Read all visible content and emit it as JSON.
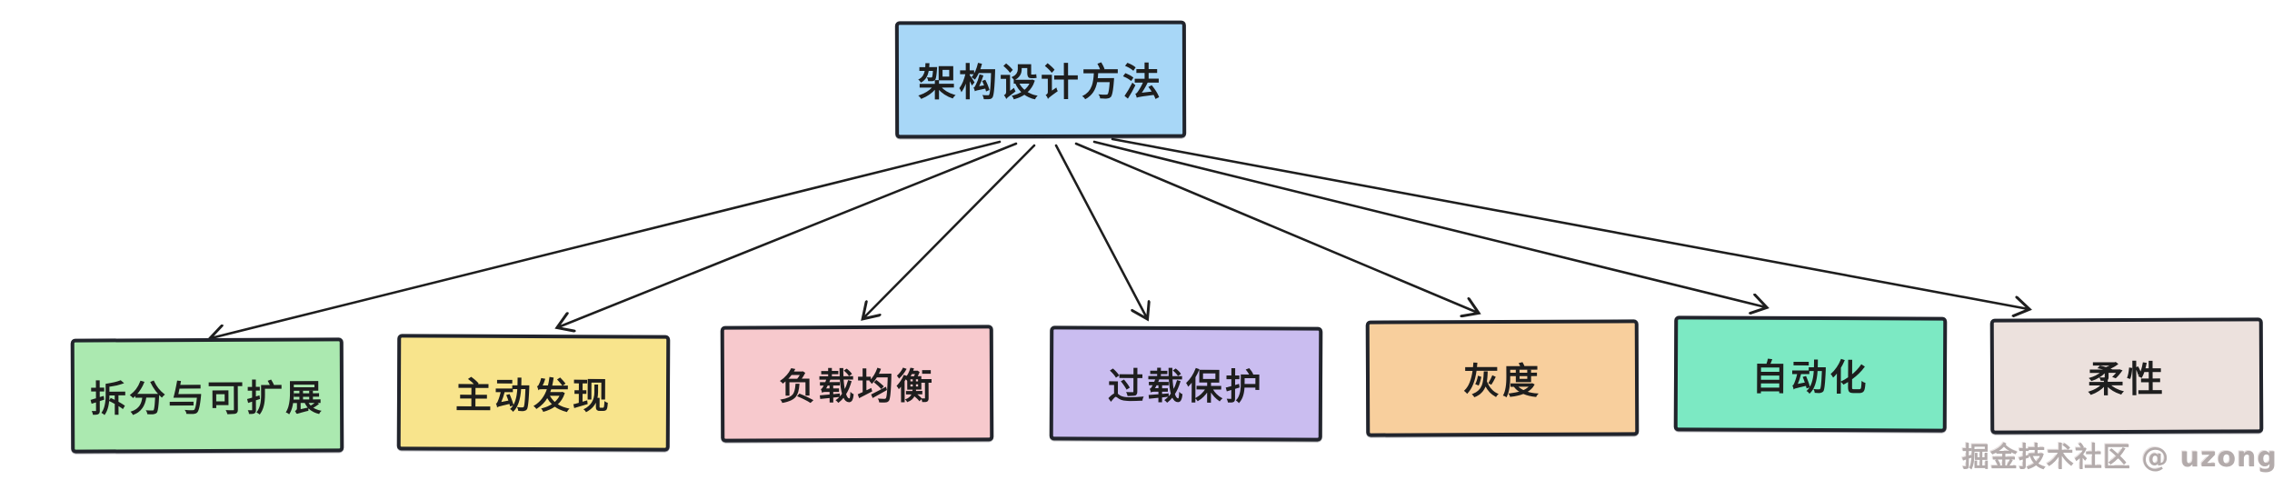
{
  "diagram": {
    "stroke_color": "#1e1e1e",
    "root": {
      "label": "架构设计方法",
      "fill": "#a8d7f7"
    },
    "children": [
      {
        "label": "拆分与可扩展",
        "fill": "#abe9b0"
      },
      {
        "label": "主动发现",
        "fill": "#f8e48c"
      },
      {
        "label": "负载均衡",
        "fill": "#f7c9cd"
      },
      {
        "label": "过载保护",
        "fill": "#cabdf0"
      },
      {
        "label": "灰度",
        "fill": "#f8cf9d"
      },
      {
        "label": "自动化",
        "fill": "#7ce9c3"
      },
      {
        "label": "柔性",
        "fill": "#ece1dd"
      }
    ],
    "edges": [
      {
        "from": "架构设计方法",
        "to": "拆分与可扩展"
      },
      {
        "from": "架构设计方法",
        "to": "主动发现"
      },
      {
        "from": "架构设计方法",
        "to": "负载均衡"
      },
      {
        "from": "架构设计方法",
        "to": "过载保护"
      },
      {
        "from": "架构设计方法",
        "to": "灰度"
      },
      {
        "from": "架构设计方法",
        "to": "自动化"
      },
      {
        "from": "架构设计方法",
        "to": "柔性"
      }
    ]
  },
  "watermark": {
    "text": "掘金技术社区 @ uzong"
  }
}
